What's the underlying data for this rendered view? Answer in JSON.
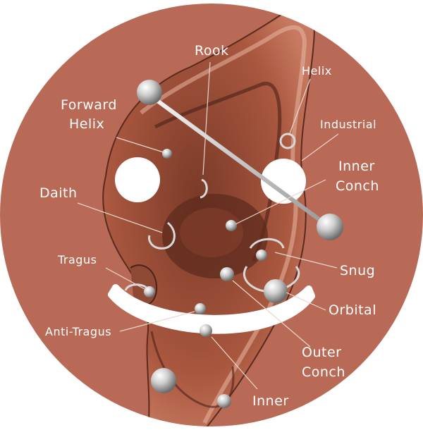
{
  "labels": {
    "rook": "Rook",
    "helix": "Helix",
    "forward_helix_line1": "Forward",
    "forward_helix_line2": "Helix",
    "industrial": "Industrial",
    "inner_conch_line1": "Inner",
    "inner_conch_line2": "Conch",
    "daith": "Daith",
    "tragus": "Tragus",
    "snug": "Snug",
    "orbital": "Orbital",
    "anti_tragus": "Anti-Tragus",
    "outer_conch_line1": "Outer",
    "outer_conch_line2": "Conch",
    "inner_bottom": "Inner"
  },
  "colors": {
    "disc": "#b86a56",
    "skin_dark": "#5a2a1e",
    "skin_mid": "#8a4533",
    "label": "#ffffff",
    "metal": "#cfcfcf"
  }
}
